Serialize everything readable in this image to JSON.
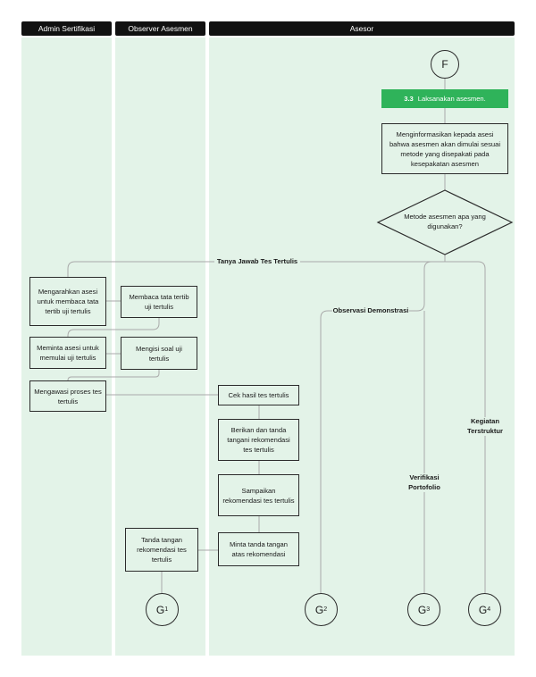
{
  "lanes": {
    "admin": "Admin Sertifikasi",
    "observer": "Observer Asesmen",
    "asesor": "Asesor"
  },
  "connector_start": "F",
  "step": {
    "number": "3.3",
    "title": "Laksanakan asesmen."
  },
  "boxes": {
    "inform": "Menginformasikan kepada asesi bahwa asesmen akan dimulai sesuai metode yang disepakati pada kesepakatan asesmen",
    "decision": "Metode asesmen apa yang digunakan?",
    "admin_direct": "Mengarahkan asesi untuk membaca tata tertib uji tertulis",
    "obs_read": "Membaca tata tertib uji tertulis",
    "admin_start": "Meminta asesi untuk memulai uji tertulis",
    "obs_fill": "Mengisi soal uji tertulis",
    "admin_supervise": "Mengawasi proses tes tertulis",
    "check": "Cek hasil tes tertulis",
    "sign_reco": "Berikan dan tanda tangani rekomendasi tes tertulis",
    "deliver": "Sampaikan rekomendasi tes tertulis",
    "request_sign": "Minta tanda tangan atas rekomendasi",
    "obs_sign": "Tanda tangan rekomendasi tes tertulis"
  },
  "branches": {
    "written": "Tanya Jawab Tes Tertulis",
    "observation": "Observasi Demonstrasi",
    "portfolio": "Verifikasi Portofolio",
    "structured": "Kegiatan Terstruktur"
  },
  "terminals": [
    {
      "letter": "G",
      "index": "1"
    },
    {
      "letter": "G",
      "index": "2"
    },
    {
      "letter": "G",
      "index": "3"
    },
    {
      "letter": "G",
      "index": "4"
    }
  ],
  "colors": {
    "lane_bg": "#e3f3e8",
    "header_bg": "#111111",
    "accent": "#2fb35a",
    "connector": "#aaaaaa"
  }
}
